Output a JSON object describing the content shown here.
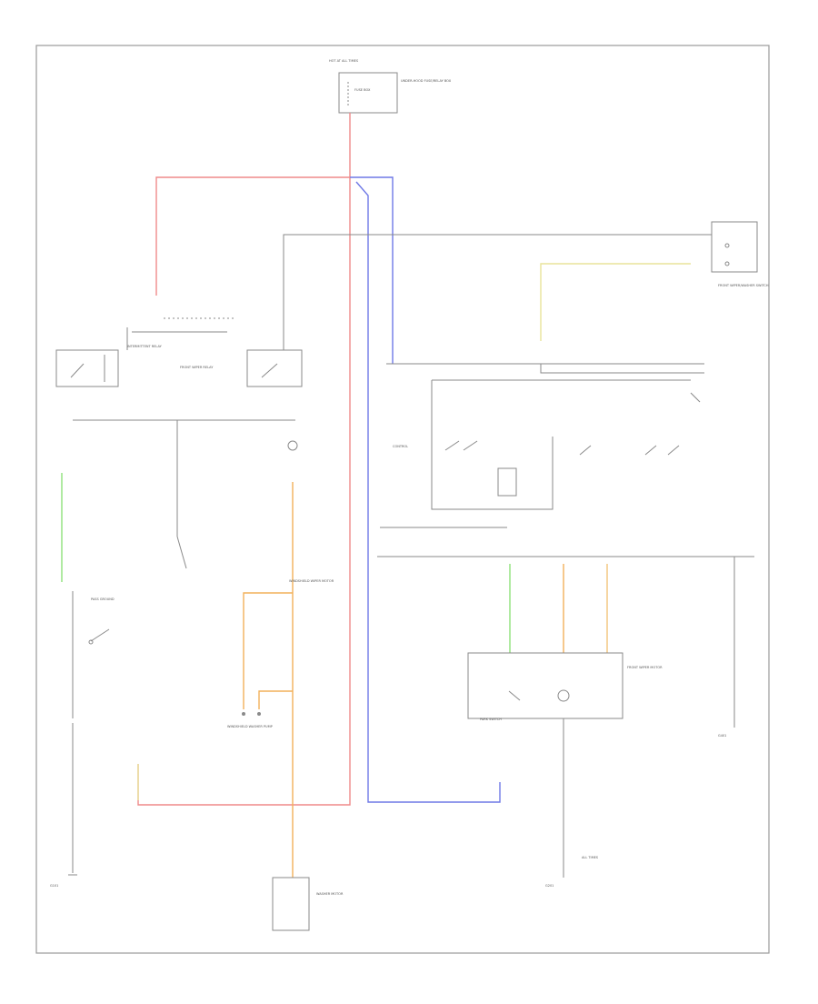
{
  "diagram": {
    "footer_code": "",
    "labels": {
      "hot_at_all_times": "HOT AT ALL TIMES",
      "fuse_box": "FUSE BOX",
      "fuse_box_label": "UNDER-HOOD FUSE/RELAY BOX",
      "front_wiper_switch": "FRONT WIPER/WASHER SWITCH",
      "wiper_relay": "FRONT WIPER RELAY",
      "intermittent_relay": "INTERMITTENT RELAY",
      "control_unit": "CONTROL",
      "windshield_motor": "WINDSHIELD WIPER MOTOR",
      "washer_motor": "WASHER MOTOR",
      "ground_left": "G101",
      "ground_center": "G201",
      "ground_right": "G401",
      "front_wiper_motor": "FRONT WIPER MOTOR",
      "windshield_washer_pump": "WINDSHIELD WASHER PUMP",
      "park_switch": "PARK SWITCH",
      "all_times": "ALL TIMES",
      "pass_ground": "PASS GROUND"
    },
    "wire_colors": {
      "red": "#ef8a8a",
      "blue": "#6f79e6",
      "orange": "#f2b15a",
      "green": "#8fe07a",
      "yellow": "#e8e39a",
      "gray": "#8a8a8a"
    }
  }
}
